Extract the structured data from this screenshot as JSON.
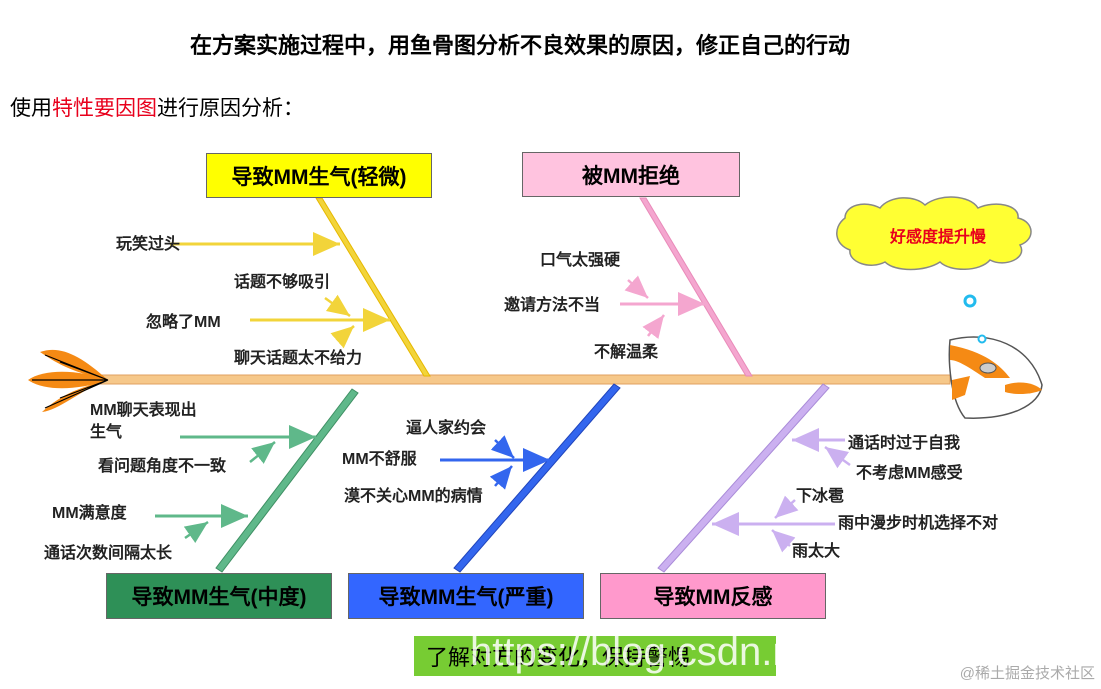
{
  "title": "在方案实施过程中，用鱼骨图分析不良效果的原因，修正自己的行动",
  "subtitle": {
    "prefix": "使用",
    "highlight": "特性要因图",
    "suffix": "进行原因分析："
  },
  "effect": "好感度提升慢",
  "categories": {
    "top_left": "导致MM生气(轻微)",
    "top_right": "被MM拒绝",
    "bottom_left": "导致MM生气(中度)",
    "bottom_mid": "导致MM生气(严重)",
    "bottom_right": "导致MM反感"
  },
  "causes": {
    "top_left": [
      "玩笑过头",
      "话题不够吸引",
      "忽略了MM",
      "聊天话题太不给力"
    ],
    "top_right": [
      "口气太强硬",
      "邀请方法不当",
      "不解温柔"
    ],
    "bottom_left": [
      "MM聊天表现出",
      "生气",
      "看问题角度不一致",
      "MM满意度",
      "通话次数间隔太长"
    ],
    "bottom_mid": [
      "逼人家约会",
      "MM不舒服",
      "漠不关心MM的病情"
    ],
    "bottom_right": [
      "通话时过于自我",
      "不考虑MM感受",
      "下冰雹",
      "雨中漫步时机选择不对",
      "雨太大"
    ]
  },
  "banner": "了解对方的变化，保持警惕",
  "watermark_url": "https://blog.csdn.n",
  "credit": "@稀土掘金技术社区",
  "colors": {
    "yellow": "#f2d43a",
    "pink": "#f4a6cf",
    "green": "#5fb88a",
    "blue": "#3366ee",
    "lilac": "#cbb0f0",
    "spine": "#f6c88a",
    "fin": "#f58a14"
  },
  "icons": [
    "fish-tail-icon",
    "fish-head-icon",
    "cloud-icon",
    "bubble-icon"
  ]
}
